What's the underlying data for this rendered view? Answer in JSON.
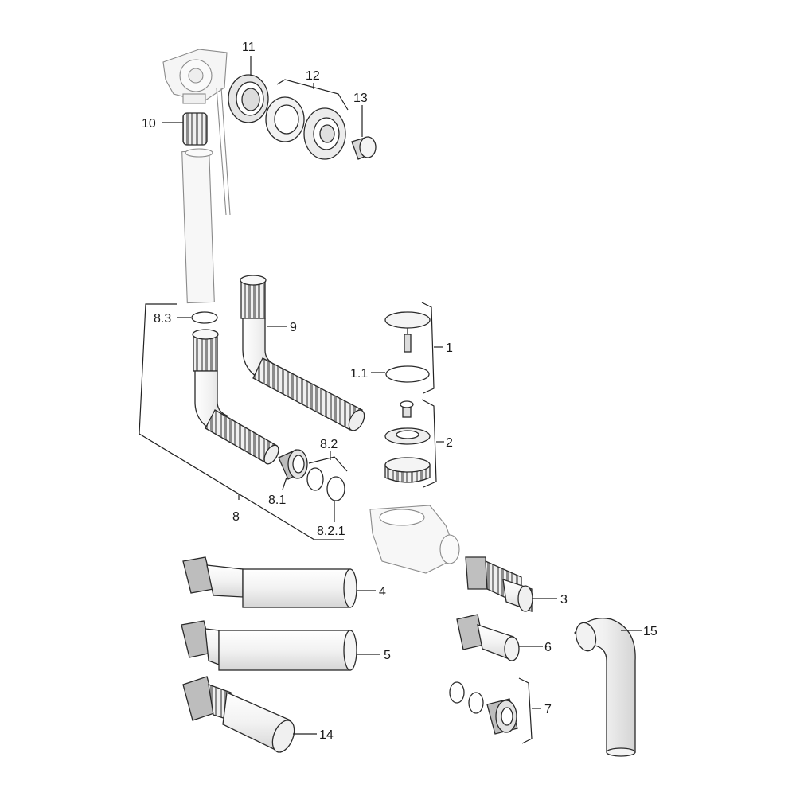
{
  "labels": {
    "l1": "1",
    "l1_1": "1.1",
    "l2": "2",
    "l3": "3",
    "l4": "4",
    "l5": "5",
    "l6": "6",
    "l7": "7",
    "l8": "8",
    "l8_1": "8.1",
    "l8_2": "8.2",
    "l8_2_1": "8.2.1",
    "l8_3": "8.3",
    "l9": "9",
    "l10": "10",
    "l11": "11",
    "l12": "12",
    "l13": "13",
    "l14": "14",
    "l15": "15"
  },
  "colors": {
    "stroke": "#2a2a2a",
    "fill_light": "#f4f4f4",
    "fill_mid": "#d9d9d9",
    "ghost_stroke": "#8a8a8a",
    "ghost_fill": "#f7f7f7"
  },
  "icons": [
    "pipe-part",
    "corrugated-hose",
    "union-nut",
    "seal-ring",
    "plug-cap",
    "drain-trap",
    "bend-elbow"
  ]
}
